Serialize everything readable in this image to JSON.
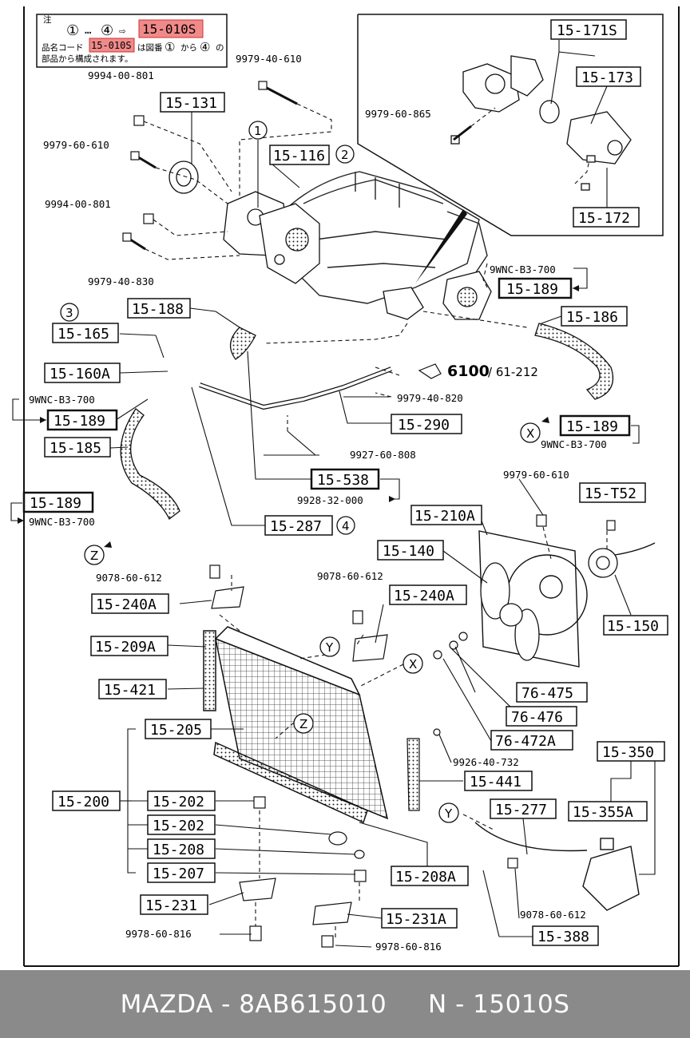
{
  "note": {
    "title_char": "注",
    "circle_1": "①",
    "ellipsis": "…",
    "circle_4": "④",
    "arrow": "⇨",
    "highlight_code": "15-010S",
    "line2_prefix": "品名コード",
    "line2_code": "15-010S",
    "line2_mid": "は図番",
    "line2_c1": "①",
    "line2_kara": "から",
    "line2_c4": "④",
    "line2_suffix": "の",
    "line3": "部品から構成されます。"
  },
  "highlight_color": "#f08a8a",
  "parts": {
    "p15_171S": "15-171S",
    "p15_173": "15-173",
    "p15_172": "15-172",
    "p15_131": "15-131",
    "p15_116": "15-116",
    "p15_188": "15-188",
    "p15_165": "15-165",
    "p15_160A": "15-160A",
    "p15_189_left1": "15-189",
    "p15_185": "15-185",
    "p15_189_left2": "15-189",
    "p15_189_topright": "15-189",
    "p15_186": "15-186",
    "p15_189_right": "15-189",
    "p15_290": "15-290",
    "p15_538": "15-538",
    "p15_287": "15-287",
    "p15_210A": "15-210A",
    "p15_T52": "15-T52",
    "p15_140": "15-140",
    "p15_150": "15-150",
    "p15_240A_left": "15-240A",
    "p15_240A_right": "15-240A",
    "p15_209A": "15-209A",
    "p15_421": "15-421",
    "p15_205": "15-205",
    "p15_200": "15-200",
    "p15_202a": "15-202",
    "p15_202b": "15-202",
    "p15_208": "15-208",
    "p15_207": "15-207",
    "p15_231": "15-231",
    "p15_231A": "15-231A",
    "p15_208A": "15-208A",
    "p76_475": "76-475",
    "p76_476": "76-476",
    "p76_472A": "76-472A",
    "p15_441": "15-441",
    "p15_277": "15-277",
    "p15_350": "15-350",
    "p15_355A": "15-355A",
    "p15_388": "15-388"
  },
  "bolts": {
    "b9979_40_610": "9979-40-610",
    "b9994_00_801_top": "9994-00-801",
    "b9979_60_865": "9979-60-865",
    "b9979_60_610_left": "9979-60-610",
    "b9994_00_801_mid": "9994-00-801",
    "b9979_40_830": "9979-40-830",
    "b9WNC_topright": "9WNC-B3-700",
    "b9WNC_left1": "9WNC-B3-700",
    "b9WNC_left2": "9WNC-B3-700",
    "b9WNC_right": "9WNC-B3-700",
    "b9979_40_820": "9979-40-820",
    "b9927_60_808": "9927-60-808",
    "b9928_32_000": "9928-32-000",
    "b9979_60_610_fan": "9979-60-610",
    "b9078_60_612_left": "9078-60-612",
    "b9078_60_612_mid": "9078-60-612",
    "b9926_40_732": "9926-40-732",
    "b9978_60_816_left": "9978-60-816",
    "b9978_60_816_right": "9978-60-816",
    "b9078_60_612_right": "9078-60-612"
  },
  "refs": {
    "ref_6100": "6100",
    "ref_61_212": "/ 61-212",
    "c1": "1",
    "c2": "2",
    "c3": "3",
    "c4": "4",
    "X1": "X",
    "X2": "X",
    "Y1": "Y",
    "Y2": "Y",
    "Z1": "Z",
    "Z2": "Z"
  },
  "footer": {
    "brand": "MAZDA",
    "sep1": " - ",
    "part_number": "8AB615010",
    "gap": "     ",
    "n_label": "N",
    "sep2": " - ",
    "n_code": "15010S"
  }
}
